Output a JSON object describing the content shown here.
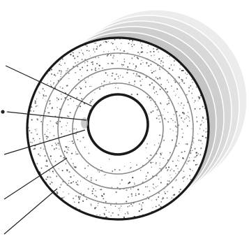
{
  "diagram": {
    "description_visible_text": "",
    "colors": {
      "outline": "#1a1a1a",
      "ring_line": "#8a8a8a",
      "fill": "#ffffff",
      "speckle": "#444444",
      "back_disc_1": "#ececec",
      "back_disc_2": "#e2e2e2",
      "back_disc_3": "#d8d8d8",
      "back_disc_4": "#cecece",
      "back_disc_5": "#c4c4c4",
      "leader": "#222222",
      "gap_shade": "#bdbdbd"
    },
    "stack_layers": 5,
    "concentric_rings": 3,
    "leader_lines": 5
  }
}
